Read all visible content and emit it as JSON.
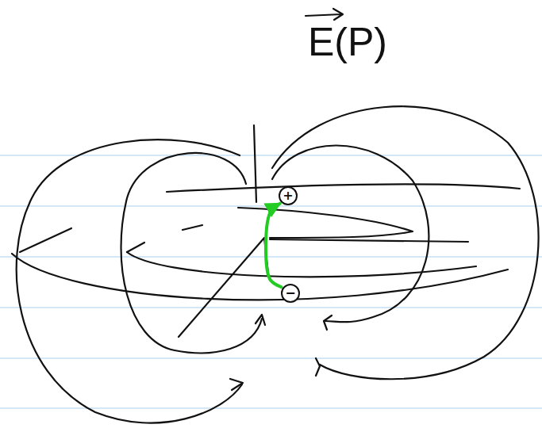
{
  "diagram": {
    "nodes": [
      {
        "text": [
          "+"
        ]
      },
      {
        "text": [
          "−"
        ]
      }
    ],
    "edges": [
      {
        "from": 1,
        "to": 0,
        "arrow": "to"
      }
    ],
    "labels": [
      "E(P)"
    ]
  }
}
